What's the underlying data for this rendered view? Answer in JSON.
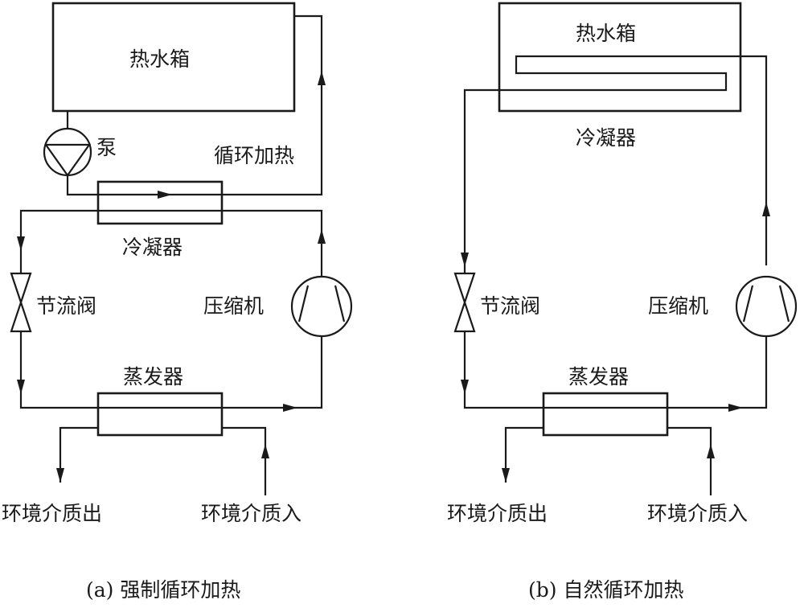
{
  "diagram_a": {
    "tank_label": "热水箱",
    "pump_label": "泵",
    "loop_label": "循环加热",
    "condenser_label": "冷凝器",
    "valve_label": "节流阀",
    "compressor_label": "压缩机",
    "evaporator_label": "蒸发器",
    "medium_out_label": "环境介质出",
    "medium_in_label": "环境介质入",
    "caption": "(a) 强制循环加热"
  },
  "diagram_b": {
    "tank_label": "热水箱",
    "condenser_label": "冷凝器",
    "valve_label": "节流阀",
    "compressor_label": "压缩机",
    "evaporator_label": "蒸发器",
    "medium_out_label": "环境介质出",
    "medium_in_label": "环境介质入",
    "caption": "(b) 自然循环加热"
  }
}
